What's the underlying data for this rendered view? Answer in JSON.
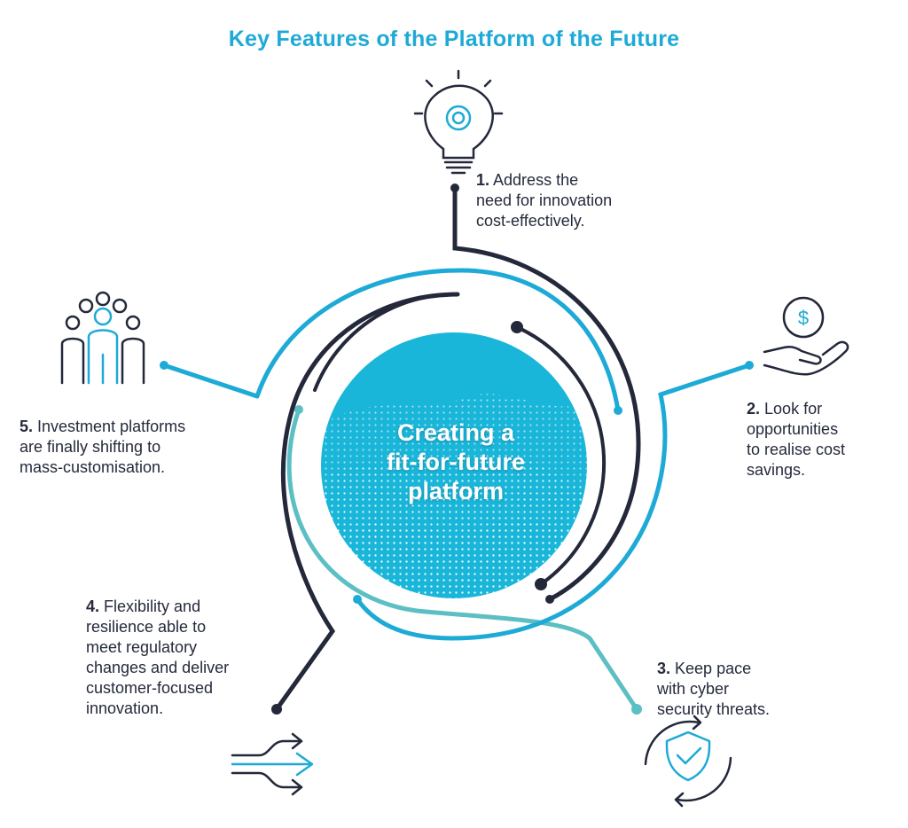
{
  "title": "Key Features of the Platform of the Future",
  "center": {
    "line1": "Creating a",
    "line2": "fit-for-future",
    "line3": "platform"
  },
  "features": [
    {
      "num": "1.",
      "lines": [
        "Address the",
        "need for innovation",
        "cost-effectively."
      ],
      "icon": "lightbulb-gear-icon"
    },
    {
      "num": "2.",
      "lines": [
        "Look for",
        "opportunities",
        "to realise cost",
        "savings."
      ],
      "icon": "hand-dollar-coin-icon"
    },
    {
      "num": "3.",
      "lines": [
        "Keep pace",
        "with cyber",
        "security threats."
      ],
      "icon": "shield-check-refresh-icon"
    },
    {
      "num": "4.",
      "lines": [
        "Flexibility and",
        "resilience able to",
        "meet regulatory",
        "changes and deliver",
        "customer-focused",
        "innovation."
      ],
      "icon": "merging-arrows-icon"
    },
    {
      "num": "5.",
      "lines": [
        "Investment platforms",
        "are finally shifting to",
        "mass-customisation."
      ],
      "icon": "people-group-icon"
    }
  ],
  "colors": {
    "accent_blue": "#1eaad6",
    "teal": "#5bbfc4",
    "navy": "#23283a",
    "circle": "#19b6d9"
  }
}
